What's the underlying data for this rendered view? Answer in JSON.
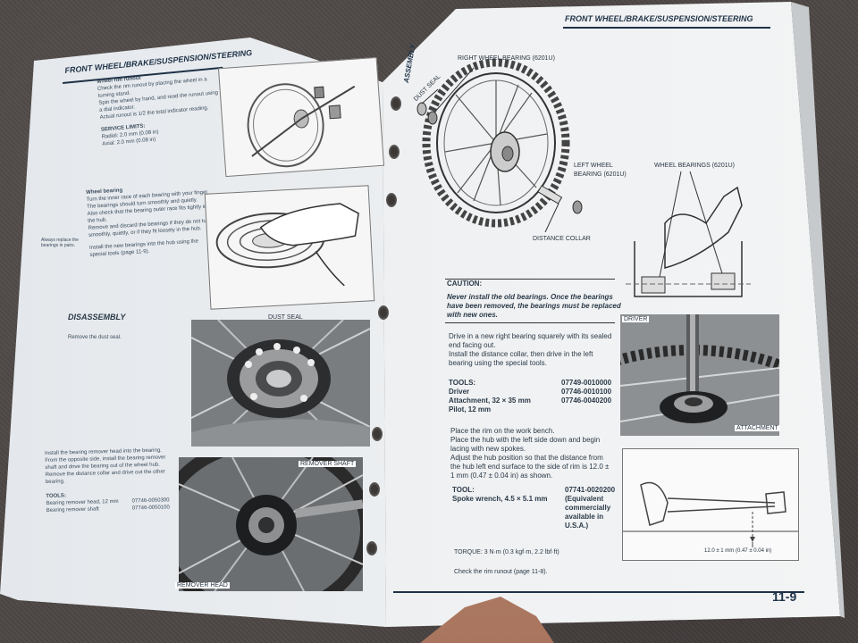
{
  "left_page": {
    "header": "FRONT WHEEL/BRAKE/SUSPENSION/STEERING",
    "runout": {
      "title": "Wheel rim runout",
      "lines": [
        "Check the rim runout by placing the wheel in a",
        "turning stand.",
        "Spin the wheel by hand, and read the runout using",
        "a dial indicator.",
        "Actual runout is 1/2 the total indicator reading."
      ],
      "limits_title": "SERVICE LIMITS:",
      "radial": "Radial:   2.0 mm (0.08 in)",
      "axial": "Axial:     2.0 mm (0.08 in)"
    },
    "bearing": {
      "title": "Wheel bearing",
      "lines": [
        "Turn the inner race of each bearing with your finger.",
        "The bearings should turn smoothly and quietly.",
        "Also check that the bearing outer race fits tightly in",
        "the hub.",
        "Remove and discard the bearings if they do not turn",
        "smoothly, quietly, or if they fit loosely in the hub."
      ],
      "side_note": "Always replace the bearings in pairs.",
      "install": [
        "Install the new bearings into the hub using the",
        "special tools (page 11-9)."
      ]
    },
    "disassembly": {
      "title": "DISASSEMBLY",
      "text": "Remove the dust seal.",
      "dust_seal_label": "DUST SEAL"
    },
    "remover": {
      "lines": [
        "Install the bearing remover head into the bearing.",
        "From the opposite side, install the bearing remover",
        "shaft and drive the bearing out of the wheel hub.",
        "Remove the distance collar and drive out the other",
        "bearing."
      ],
      "tools_title": "TOOLS:",
      "tool_rows": [
        {
          "name": "Bearing remover head, 12 mm",
          "num": "07746-0050300"
        },
        {
          "name": "Bearing remover shaft",
          "num": "07746-0050100"
        }
      ],
      "shaft_label": "REMOVER SHAFT",
      "head_label": "REMOVER HEAD"
    }
  },
  "right_page": {
    "header": "FRONT WHEEL/BRAKE/SUSPENSION/STEERING",
    "assembly_title": "ASSEMBLY",
    "labels": {
      "right_bearing": "RIGHT WHEEL BEARING (6201U)",
      "dust_seal": "DUST SEAL",
      "left_bearing_1": "LEFT WHEEL",
      "left_bearing_2": "BEARING (6201U)",
      "wheel_bearings": "WHEEL BEARINGS (6201U)",
      "distance_collar": "DISTANCE COLLAR",
      "driver": "DRIVER",
      "attachment": "ATTACHMENT"
    },
    "caution": {
      "title": "CAUTION:",
      "lines": [
        "Never install the old bearings. Once the bearings",
        "have been removed, the bearings must be replaced",
        "with new ones."
      ]
    },
    "drive_text": [
      "Drive in a new right bearing squarely with its sealed",
      "end facing out.",
      "Install the distance collar, then drive in the left",
      "bearing using the special tools."
    ],
    "tools": {
      "title": "TOOLS:",
      "rows": [
        {
          "name": "Driver",
          "num": "07749-0010000"
        },
        {
          "name": "Attachment, 32 × 35 mm",
          "num": "07746-0010100"
        },
        {
          "name": "Pilot, 12 mm",
          "num": "07746-0040200"
        }
      ]
    },
    "rim_text": [
      "Place the rim on the work bench.",
      "Place the hub with the left side down and begin",
      "lacing with new spokes.",
      "Adjust the hub position so that the distance from",
      "the hub left end surface to the side of rim is 12.0 ±",
      "1 mm (0.47 ± 0.04 in) as shown."
    ],
    "tool2": {
      "title": "TOOL:",
      "name": "Spoke wrench, 4.5 × 5.1 mm",
      "num": "07741-0020200",
      "note": [
        "(Equivalent",
        "commercially",
        "available in",
        "U.S.A.)"
      ]
    },
    "torque": "TORQUE:  3 N·m (0.3 kgf·m, 2.2 lbf·ft)",
    "check": "Check the rim runout (page 11-8).",
    "dim_label": "12.0 ± 1 mm (0.47 ± 0.04 in)",
    "page_number": "11-9"
  }
}
